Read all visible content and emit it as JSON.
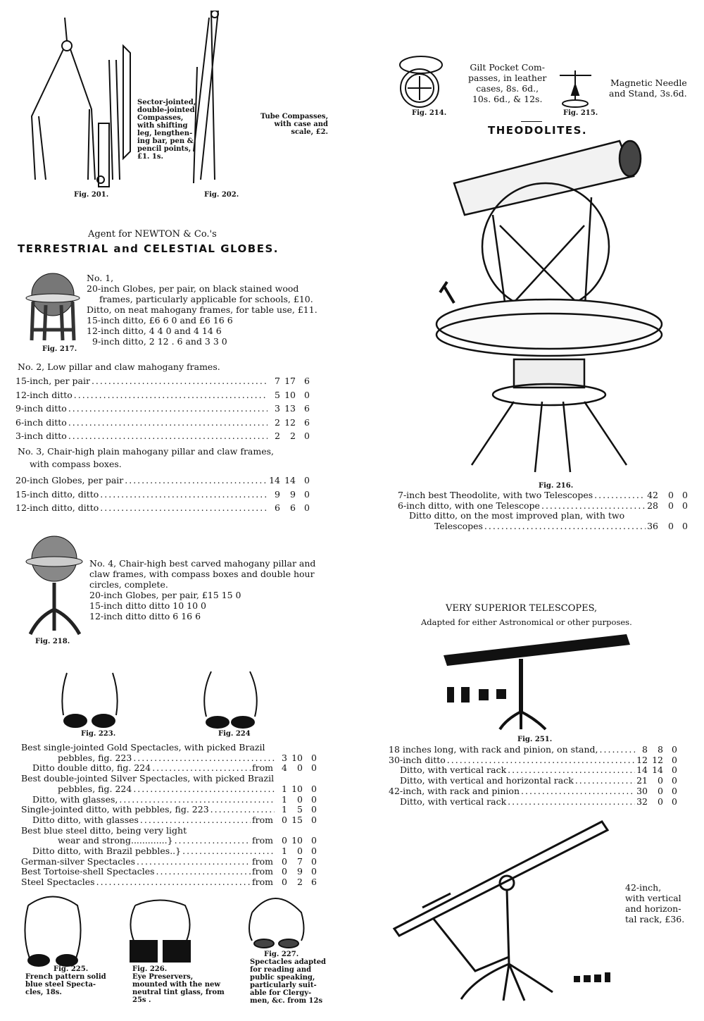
{
  "compasses": {
    "fig201": "Fig. 201.",
    "fig202": "Fig. 202.",
    "caption201": [
      "Sector-jointed,",
      "double-jointed",
      "Compasses,",
      "with shifting",
      "leg, lengthen-",
      "ing bar, pen &",
      "pencil points,",
      "£1. 1s."
    ],
    "caption202": [
      "Tube Compasses,",
      "with case and",
      "scale, £2."
    ]
  },
  "globes": {
    "agent": "Agent for NEWTON & Co.'s",
    "title": "TERRESTRIAL and CELESTIAL GLOBES.",
    "fig217": "Fig. 217.",
    "no1": [
      "No. 1,",
      "20-inch Globes, per pair, on black stained wood",
      "frames, particularly applicable for schools, £10.",
      "Ditto, on neat mahogany frames, for table use, £11.",
      "15-inch ditto, £6  6  0 and £6 16  6",
      "12-inch ditto,   4  4  0 and   4 14  6",
      "9-inch ditto,   2 12 . 6 and   3  3  0"
    ],
    "no2_heading": "No. 2, Low pillar and claw mahogany frames.",
    "no2_rows": [
      {
        "label": "15-inch, per pair",
        "price": [
          "7",
          "17",
          "6"
        ]
      },
      {
        "label": "12-inch    ditto",
        "price": [
          "5",
          "10",
          "0"
        ]
      },
      {
        "label": "9-inch    ditto",
        "price": [
          "3",
          "13",
          "6"
        ]
      },
      {
        "label": "6-inch    ditto",
        "price": [
          "2",
          "12",
          "6"
        ]
      },
      {
        "label": "3-inch    ditto",
        "price": [
          "2",
          "2",
          "0"
        ]
      }
    ],
    "no3_heading": [
      "No. 3, Chair-high plain mahogany pillar and claw frames,",
      "with compass boxes."
    ],
    "no3_rows": [
      {
        "label": "20-inch Globes, per pair",
        "price": [
          "14",
          "14",
          "0"
        ]
      },
      {
        "label": "15-inch  ditto,    ditto",
        "price": [
          "9",
          "9",
          "0"
        ]
      },
      {
        "label": "12-inch  ditto,    ditto",
        "price": [
          "6",
          "6",
          "0"
        ]
      }
    ],
    "fig218": "Fig. 218.",
    "no4": [
      "No. 4, Chair-high best carved mahogany pillar and",
      "claw frames, with compass boxes and double hour",
      "circles, complete.",
      "20-inch Globes, per pair, £15 15  0",
      "15-inch    ditto    ditto      10 10  0",
      "12-inch    ditto    ditto        6 16  6"
    ]
  },
  "spectacles": {
    "fig223": "Fig. 223.",
    "fig224": "Fig. 224",
    "rows": [
      {
        "label": "Best single-jointed Gold Spectacles, with picked Brazil",
        "heading": true
      },
      {
        "label": "pebbles, fig. 223",
        "price": [
          "3",
          "10",
          "0"
        ],
        "indent": 2
      },
      {
        "label": "Ditto double ditto, fig. 224",
        "from": "from",
        "price": [
          "4",
          "0",
          "0"
        ],
        "indent": 1
      },
      {
        "label": "Best double-jointed Silver Spectacles, with picked Brazil",
        "heading": true
      },
      {
        "label": "pebbles, fig. 224",
        "price": [
          "1",
          "10",
          "0"
        ],
        "indent": 2
      },
      {
        "label": "Ditto, with glasses,",
        "price": [
          "1",
          "0",
          "0"
        ],
        "indent": 1
      },
      {
        "label": "Single-jointed ditto, with pebbles, fig. 223",
        "price": [
          "1",
          "5",
          "0"
        ]
      },
      {
        "label": "Ditto        ditto, with glasses",
        "from": "from",
        "price": [
          "0",
          "15",
          "0"
        ],
        "indent": 1
      },
      {
        "label": "Best blue steel ditto, being very light",
        "heading": true
      },
      {
        "label": "wear and strong.............} ",
        "from": "from",
        "price": [
          "0",
          "10",
          "0"
        ],
        "indent": 2
      },
      {
        "label": "Ditto   ditto, with Brazil pebbles..}",
        "price": [
          "1",
          "0",
          "0"
        ],
        "indent": 1
      },
      {
        "label": "German-silver Spectacles",
        "from": "from",
        "price": [
          "0",
          "7",
          "0"
        ]
      },
      {
        "label": "Best Tortoise-shell Spectacles",
        "from": "from",
        "price": [
          "0",
          "9",
          "0"
        ]
      },
      {
        "label": "Steel Spectacles",
        "from": "from",
        "price": [
          "0",
          "2",
          "6"
        ]
      }
    ],
    "fig225": [
      "Fig. 225.",
      "French pattern solid",
      "blue steel Specta-",
      "cles, 18s."
    ],
    "fig226": [
      "Fig. 226.",
      "Eye Preservers,",
      "mounted with the new",
      "neutral tint glass, from",
      "25s ."
    ],
    "fig227": [
      "Fig. 227.",
      "Spectacles adapted",
      "for reading and",
      "public speaking,",
      "particularly suit-",
      "able for Clergy-",
      "men, &c. from 12s"
    ]
  },
  "instruments": {
    "fig214": "Fig. 214.",
    "fig215": "Fig. 215.",
    "caption214": [
      "Gilt Pocket Com-",
      "passes, in leather",
      "cases, 8s. 6d.,",
      "10s. 6d., & 12s."
    ],
    "caption215": [
      "Magnetic Needle",
      "and Stand, 3s.6d."
    ]
  },
  "theodolites": {
    "title": "THEODOLITES.",
    "fig216": "Fig. 216.",
    "rows": [
      {
        "label": "7-inch best Theodolite, with two Telescopes",
        "price": [
          "42",
          "0",
          "0"
        ]
      },
      {
        "label": "6-inch        ditto, with one Telescope",
        "price": [
          "28",
          "0",
          "0"
        ]
      },
      {
        "label": "Ditto        ditto, on the most improved plan, with two",
        "heading": true,
        "indent": 1
      },
      {
        "label": "Telescopes",
        "price": [
          "36",
          "0",
          "0"
        ],
        "indent": 2
      }
    ]
  },
  "telescopes": {
    "title": "VERY SUPERIOR TELESCOPES,",
    "subtitle": "Adapted for either Astronomical or other purposes.",
    "fig251": "Fig. 251.",
    "rows": [
      {
        "label": "18 inches long, with rack and pinion, on stand,",
        "price": [
          "8",
          "8",
          "0"
        ]
      },
      {
        "label": "30-inch ditto",
        "price": [
          "12",
          "12",
          "0"
        ]
      },
      {
        "label": "Ditto, with vertical rack",
        "price": [
          "14",
          "14",
          "0"
        ],
        "indent": 1
      },
      {
        "label": "Ditto, with vertical and horizontal rack",
        "price": [
          "21",
          "0",
          "0"
        ],
        "indent": 1
      },
      {
        "label": "42-inch, with rack and pinion",
        "price": [
          "30",
          "0",
          "0"
        ]
      },
      {
        "label": "Ditto, with vertical rack",
        "price": [
          "32",
          "0",
          "0"
        ],
        "indent": 1
      }
    ],
    "caption42": [
      "42-inch,",
      "with vertical",
      "and horizon-",
      "tal rack, £36."
    ]
  }
}
